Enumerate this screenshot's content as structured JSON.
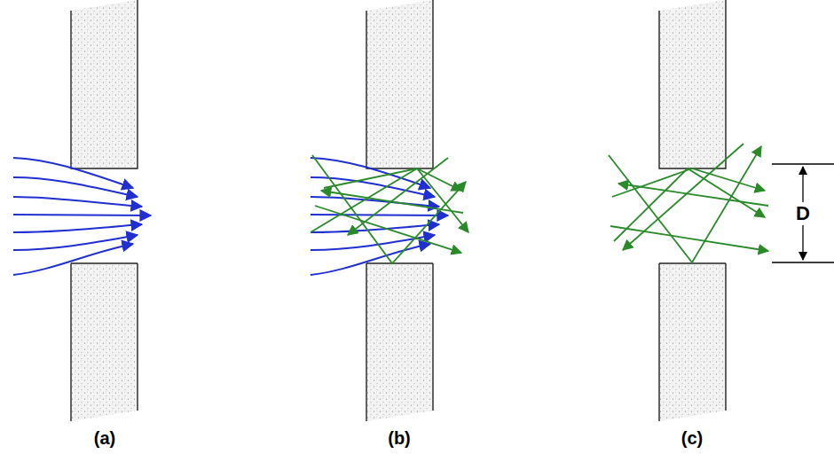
{
  "diagram": {
    "labels": [
      "(a)",
      "(b)",
      "(c)",
      "D"
    ]
  }
}
